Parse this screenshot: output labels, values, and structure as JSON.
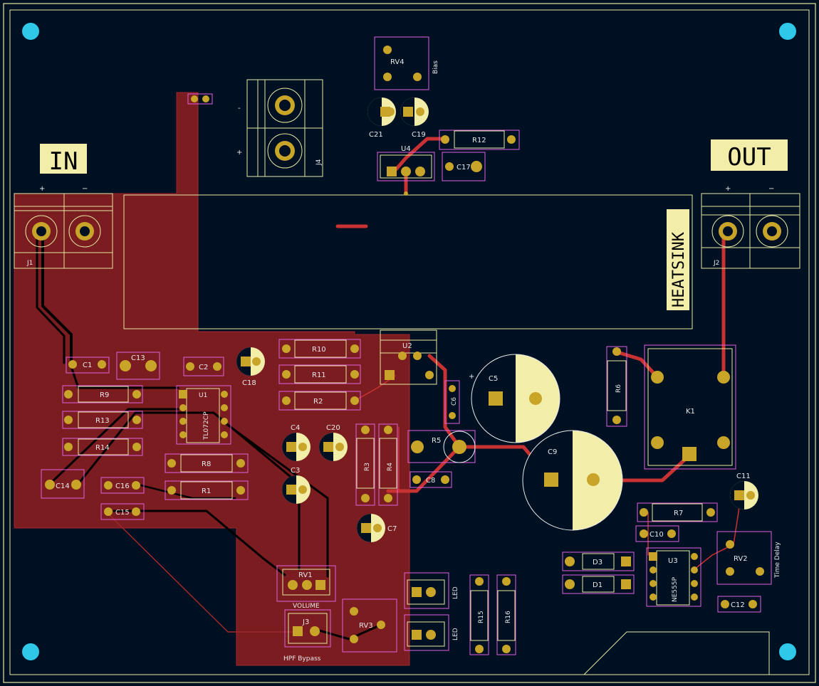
{
  "board_labels": {
    "in": "IN",
    "out": "OUT",
    "heatsink": "HEATSINK",
    "volume": "VOLUME",
    "hpf_bypass": "HPF Bypass",
    "bias": "Bias",
    "time_delay": "Time Delay",
    "led1": "LED",
    "led2": "LED",
    "plus_in": "+",
    "minus_in": "−",
    "plus_out": "+",
    "minus_out": "−",
    "j4_minus": "-",
    "j4_plus": "+"
  },
  "components": {
    "J1": "J1",
    "J2": "J2",
    "J3": "J3",
    "J4": "J4",
    "U1": "U1",
    "U1_part": "TL072CP",
    "U2": "U2",
    "U3": "U3",
    "U3_part": "NE555P",
    "U4": "U4",
    "K1": "K1",
    "RV1": "RV1",
    "RV2": "RV2",
    "RV3": "RV3",
    "RV4": "RV4",
    "R1": "R1",
    "R2": "R2",
    "R3": "R3",
    "R4": "R4",
    "R5": "R5",
    "R6": "R6",
    "R7": "R7",
    "R8": "R8",
    "R9": "R9",
    "R10": "R10",
    "R11": "R11",
    "R12": "R12",
    "R13": "R13",
    "R14": "R14",
    "R15": "R15",
    "R16": "R16",
    "C1": "C1",
    "C2": "C2",
    "C3": "C3",
    "C4": "C4",
    "C5": "C5",
    "C6": "C6",
    "C7": "C7",
    "C8": "C8",
    "C9": "C9",
    "C10": "C10",
    "C11": "C11",
    "C12": "C12",
    "C13": "C13",
    "C14": "C14",
    "C15": "C15",
    "C16": "C16",
    "C17": "C17",
    "C18": "C18",
    "C19": "C19",
    "C20": "C20",
    "C21": "C21",
    "D1": "D1",
    "D3": "D3"
  },
  "colors": {
    "background": "#001023",
    "copper_pour": "#7a1c20",
    "track": "#c83232",
    "pad": "#c8a428",
    "silkscreen": "#f2eda8",
    "courtyard": "#e060e0",
    "board_edge": "#e8e8a0",
    "mounting_hole": "#30c8e8"
  }
}
